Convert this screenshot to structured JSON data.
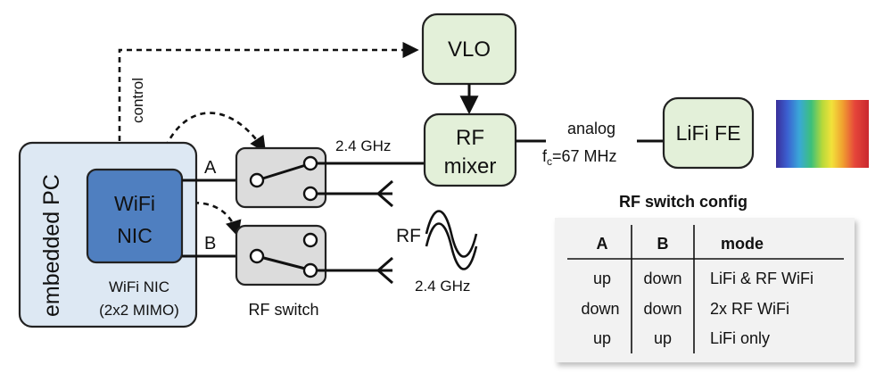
{
  "blocks": {
    "vlo": "VLO",
    "rf_mixer_line1": "RF",
    "rf_mixer_line2": "mixer",
    "lifi_fe": "LiFi FE",
    "embedded_pc": "embedded PC",
    "wifi_nic_line1": "WiFi",
    "wifi_nic_line2": "NIC",
    "wifi_nic_caption_line1": "WiFi NIC",
    "wifi_nic_caption_line2": "(2x2 MIMO)",
    "rf_switch_caption": "RF switch"
  },
  "labels": {
    "control": "control",
    "port_a": "A",
    "port_b": "B",
    "freq_top": "2.4 GHz",
    "analog": "analog",
    "fc_prefix": "f",
    "fc_sub": "c",
    "fc_value": "=67 MHz",
    "rf": "RF",
    "freq_bottom": "2.4 GHz"
  },
  "table": {
    "title": "RF switch config",
    "headers": [
      "A",
      "B",
      "mode"
    ],
    "rows": [
      [
        "up",
        "down",
        "LiFi & RF WiFi"
      ],
      [
        "down",
        "down",
        "2x RF WiFi"
      ],
      [
        "up",
        "up",
        "LiFi only"
      ]
    ]
  },
  "colors": {
    "block_fill": "#e3f0d9",
    "pc_fill": "#dde8f3",
    "nic_fill": "#4f7fc0",
    "switch_fill": "#dcdcdc",
    "table_bg": "#f2f2f2"
  },
  "icons": [
    "spectrum-icon",
    "antenna-icon",
    "sine-wave-icon",
    "switch-contact-icon"
  ]
}
